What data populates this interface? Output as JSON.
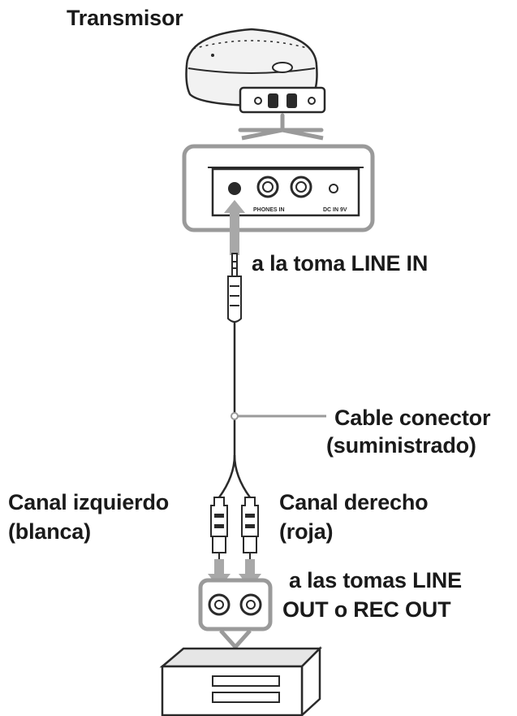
{
  "labels": {
    "transmitter": "Transmisor",
    "line_in": "a la toma LINE IN",
    "cable_line1": "Cable conector",
    "cable_line2": "(suministrado)",
    "left_line1": "Canal izquierdo",
    "left_line2": "(blanca)",
    "right_line1": "Canal derecho",
    "right_line2": "(roja)",
    "out_line1": "a las tomas LINE",
    "out_line2": "OUT o REC OUT"
  },
  "panel_text": {
    "jack_label": "PHONES IN",
    "dc_label": "DC IN 9V"
  },
  "colors": {
    "outline": "#2a2a2a",
    "arrow": "#a8a8a8",
    "callout": "#9a9a9a",
    "shade": "#e6e6e6"
  }
}
